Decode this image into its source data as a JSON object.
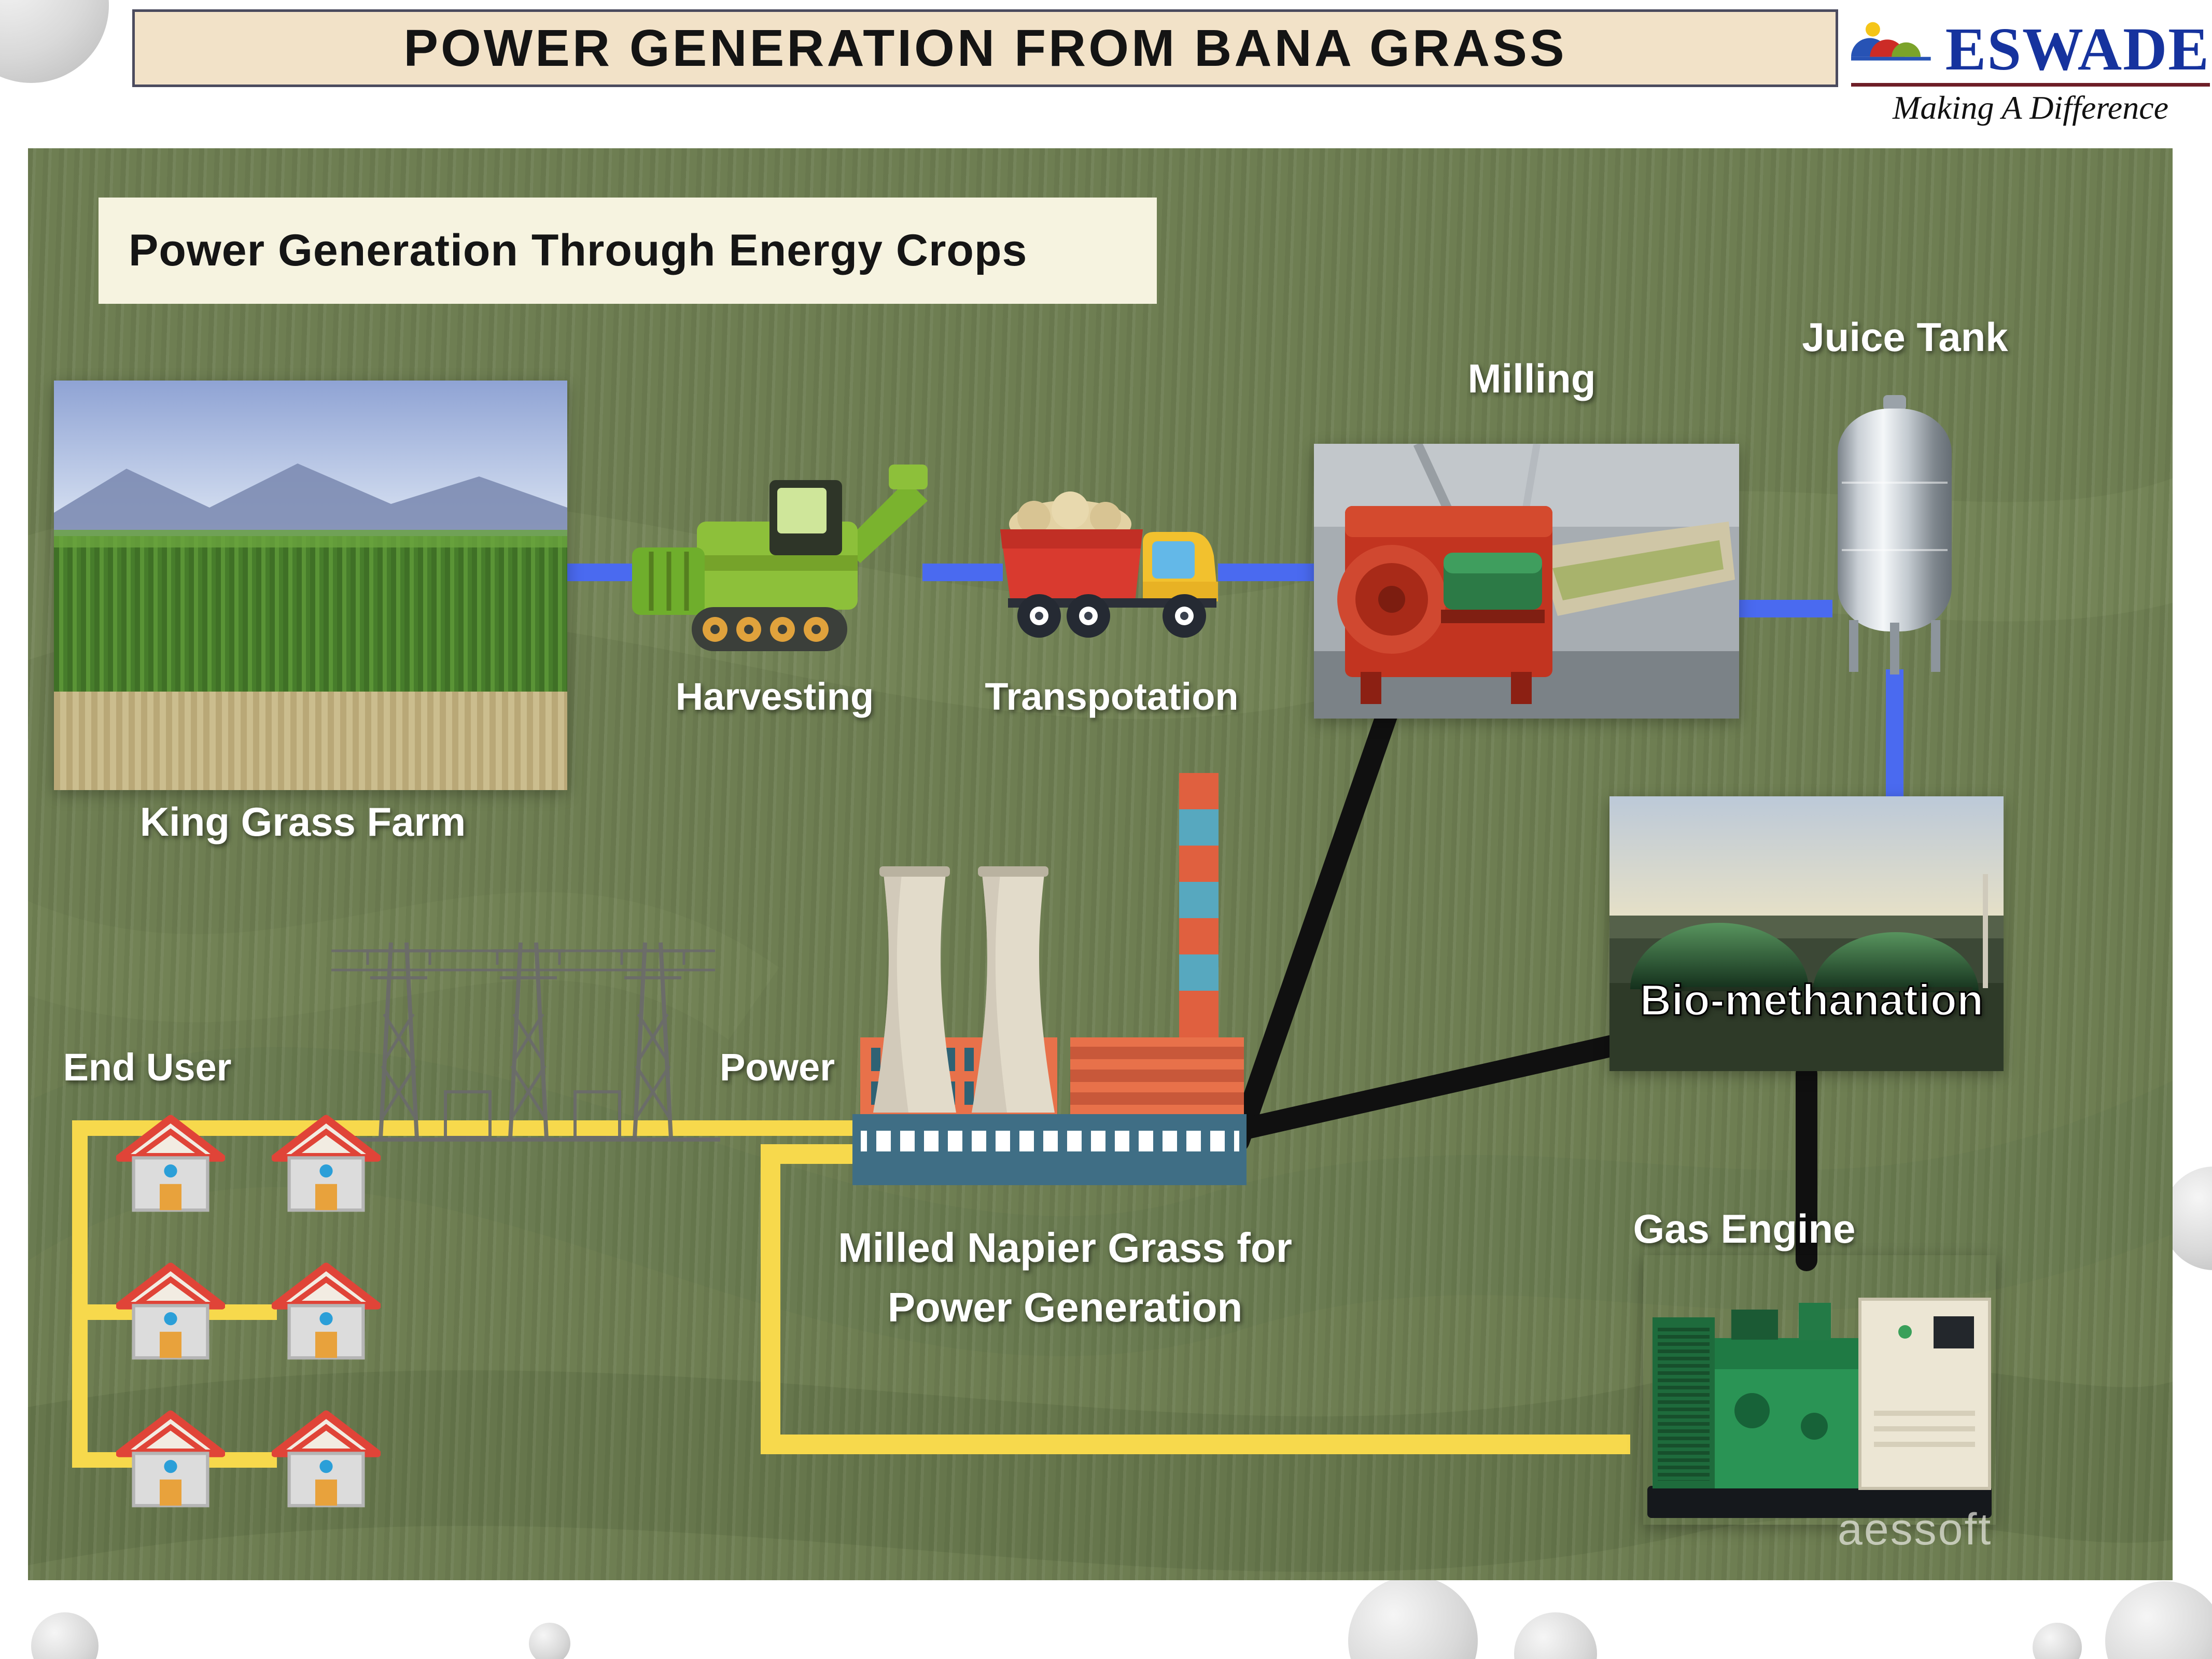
{
  "page": {
    "title_bar": {
      "title": "POWER GENERATION FROM BANA GRASS"
    },
    "logo": {
      "name": "ESWADE",
      "tagline": "Making A Difference"
    }
  },
  "slide": {
    "heading": "Power Generation Through Energy Crops",
    "watermark": "aessoft",
    "nodes": {
      "king_grass_farm": {
        "label": "King Grass Farm",
        "icon": "grass-field-photo"
      },
      "harvesting": {
        "label": "Harvesting",
        "icon": "harvester-icon"
      },
      "transportation": {
        "label": "Transpotation",
        "icon": "dump-truck-icon"
      },
      "milling": {
        "label": "Milling",
        "icon": "milling-machine-photo"
      },
      "juice_tank": {
        "label": "Juice Tank",
        "icon": "steel-tank-icon"
      },
      "bio_methanation": {
        "label": "Bio-methanation",
        "icon": "biogas-domes-photo"
      },
      "gas_engine": {
        "label": "Gas Engine",
        "icon": "gas-generator-photo"
      },
      "power_plant": {
        "label_line1": "Milled Napier Grass for",
        "label_line2": "Power Generation",
        "icon": "power-plant-icon"
      },
      "power": {
        "label": "Power",
        "icon": "substation-icon"
      },
      "end_user": {
        "label": "End User",
        "icon": "house-icon"
      }
    },
    "flow": [
      "King Grass Farm -> Harvesting -> Transpotation -> Milling -> Juice Tank -> Bio-methanation",
      "Milling -> Power Plant",
      "Bio-methanation -> Power Plant",
      "Gas Engine -> Bio-methanation",
      "Power Plant -> Power -> End User"
    ],
    "colors": {
      "slide_bg": "#6e7e52",
      "title_bar_bg": "#f2e2c8",
      "heading_bg": "#f6f3e0",
      "connector_blue": "#4a6af0",
      "connector_yellow": "#f7d94c",
      "connector_black": "#101010",
      "logo_blue": "#16339e"
    }
  }
}
